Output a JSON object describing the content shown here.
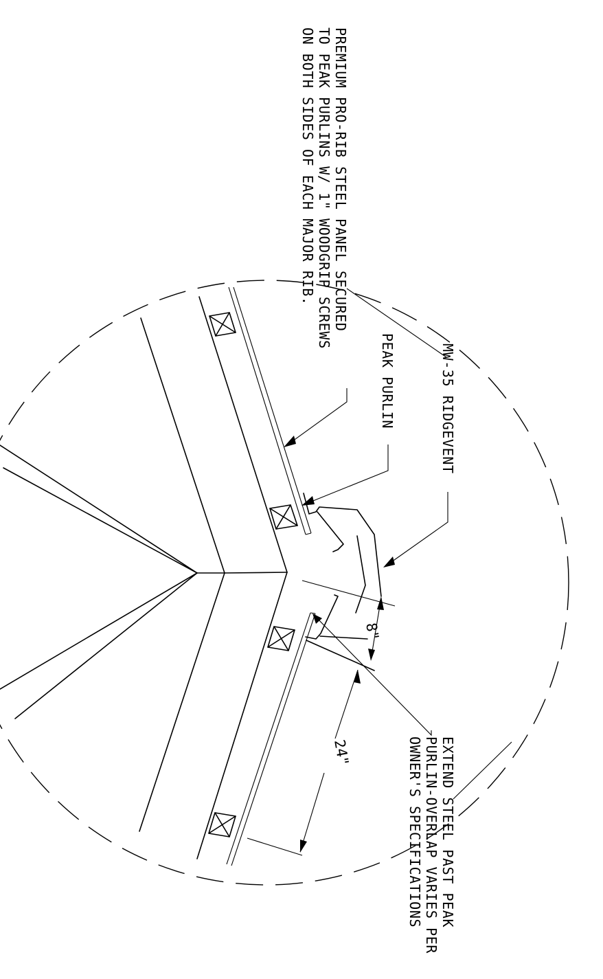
{
  "notes": {
    "panel": {
      "line1": "PREMIUM PRO-RIB STEEL PANEL SECURED",
      "line2": "TO PEAK PURLINS W/ 1\" WOODGRIP SCREWS",
      "line3": "ON BOTH SIDES OF EACH MAJOR RIB."
    },
    "purlin": {
      "line1": "PEAK PURLIN"
    },
    "ridgevent": {
      "line1": "MW-35 RIDGEVENT"
    },
    "extend": {
      "line1": "EXTEND STEEL PAST PEAK",
      "line2": "PURLIN-OVERLAP VARIES PER",
      "line3": "OWNER'S SPECIFICATIONS"
    }
  },
  "dimensions": {
    "small": "8\"",
    "large": "24\""
  }
}
